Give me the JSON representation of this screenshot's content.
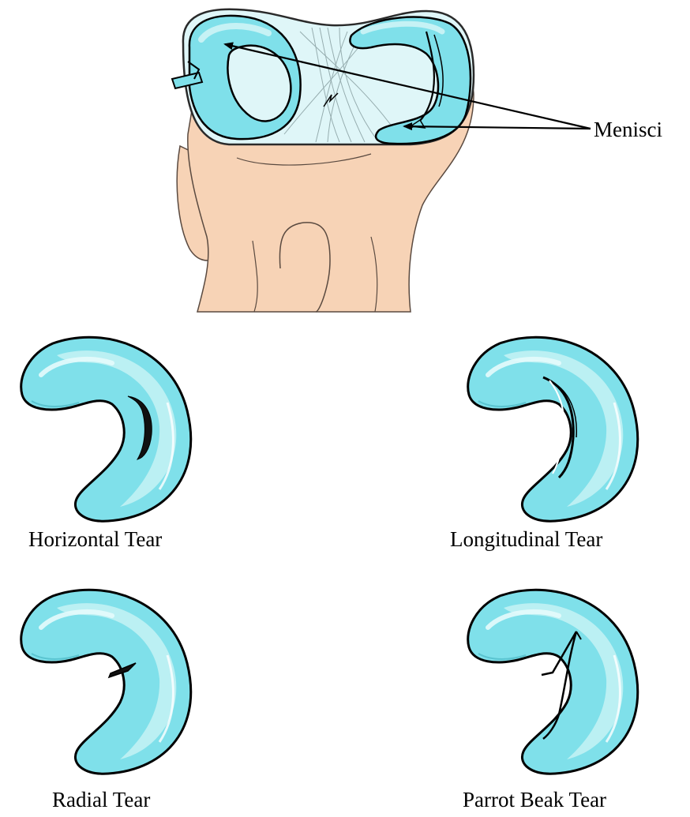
{
  "labels": {
    "menisci": "Menisci",
    "horizontal_tear": "Horizontal Tear",
    "longitudinal_tear": "Longitudinal Tear",
    "radial_tear": "Radial Tear",
    "parrot_beak_tear": "Parrot Beak Tear"
  },
  "colors": {
    "bone": "#f7d3b6",
    "bone_outline": "#5a4a40",
    "meniscus": "#7fe0ea",
    "meniscus_light": "#c6f2f5",
    "meniscus_highlight": "#e6fbfc",
    "outline": "#000000",
    "tear": "#111111"
  },
  "icons": {
    "knee": "knee-joint-illustration",
    "meniscus": "meniscus-crescent-icon"
  }
}
